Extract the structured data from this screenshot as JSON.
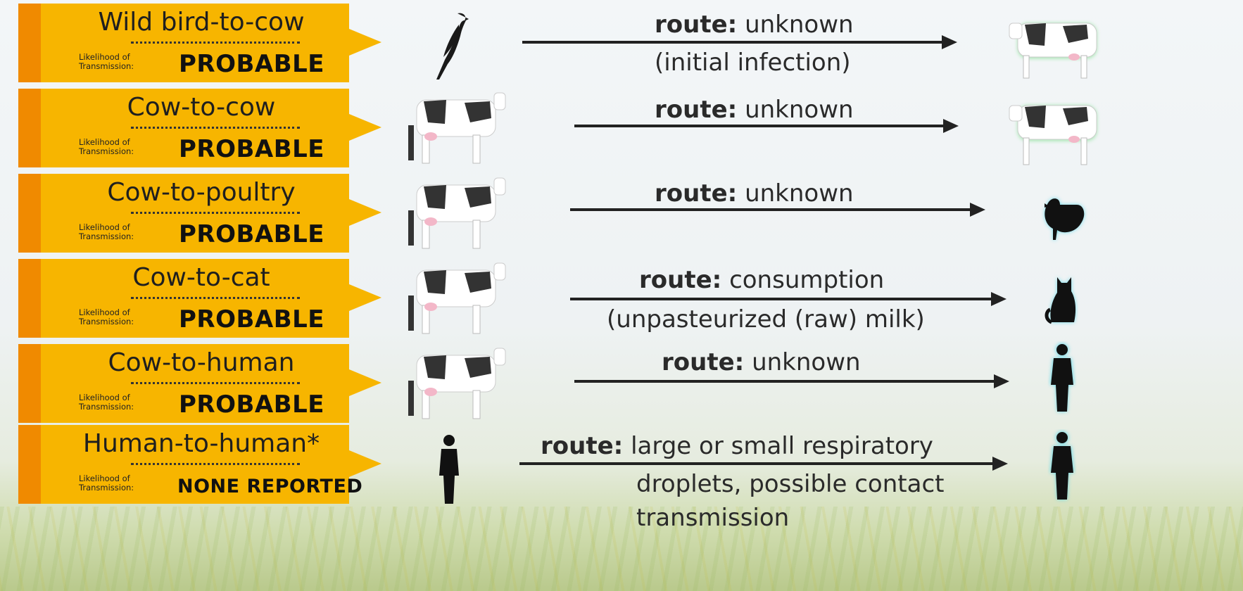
{
  "rows": [
    {
      "title": "Wild bird-to-cow",
      "likelihood_label": "Likelihood of Transmission:",
      "likelihood": "PROBABLE",
      "source_icon": "bird-icon",
      "route_key": "route:",
      "route_value": "unknown",
      "route_lines": [
        "(initial infection)"
      ],
      "target_icon": "cow-icon"
    },
    {
      "title": "Cow-to-cow",
      "likelihood_label": "Likelihood of Transmission:",
      "likelihood": "PROBABLE",
      "source_icon": "cow-icon",
      "route_key": "route:",
      "route_value": "unknown",
      "route_lines": [],
      "target_icon": "cow-icon"
    },
    {
      "title": "Cow-to-poultry",
      "likelihood_label": "Likelihood of Transmission:",
      "likelihood": "PROBABLE",
      "source_icon": "cow-icon",
      "route_key": "route:",
      "route_value": "unknown",
      "route_lines": [],
      "target_icon": "chicken-icon"
    },
    {
      "title": "Cow-to-cat",
      "likelihood_label": "Likelihood of Transmission:",
      "likelihood": "PROBABLE",
      "source_icon": "cow-icon",
      "route_key": "route:",
      "route_value": "consumption",
      "route_lines": [
        "(unpasteurized (raw) milk)"
      ],
      "target_icon": "cat-icon"
    },
    {
      "title": "Cow-to-human",
      "likelihood_label": "Likelihood of Transmission:",
      "likelihood": "PROBABLE",
      "source_icon": "cow-icon",
      "route_key": "route:",
      "route_value": "unknown",
      "route_lines": [],
      "target_icon": "human-icon"
    },
    {
      "title": "Human-to-human*",
      "likelihood_label": "Likelihood of Transmission:",
      "likelihood": "NONE REPORTED",
      "source_icon": "human-icon",
      "route_key": "route:",
      "route_value": " large or small respiratory",
      "route_lines": [
        "droplets, possible contact",
        "transmission"
      ],
      "target_icon": "human-icon"
    }
  ],
  "colors": {
    "tag_fill": "#f7b500",
    "tag_edge": "#f08a00",
    "arrow": "#222222",
    "glow_green": "#7be08a",
    "glow_blue": "#4fd6e8"
  }
}
